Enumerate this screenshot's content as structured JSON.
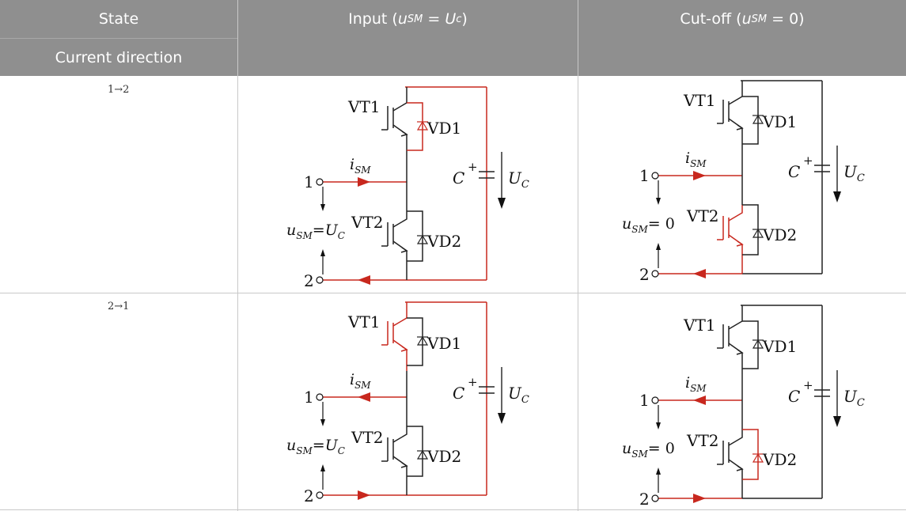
{
  "header": {
    "col1_row1": "State",
    "col1_row2": "Current direction",
    "col2_prefix": "Input (",
    "col2_var": "u",
    "col2_sub": "SM",
    "col2_mid": " = ",
    "col2_var2": "U",
    "col2_sub2": "c",
    "col2_suffix": ")",
    "col3_prefix": "Cut-off (",
    "col3_var": "u",
    "col3_sub": "SM",
    "col3_suffix": " = 0)"
  },
  "rows": [
    {
      "direction": "1→2"
    },
    {
      "direction": "2→1"
    }
  ],
  "circuit_labels": {
    "vt1": "VT1",
    "vt2": "VT2",
    "vd1": "VD1",
    "vd2": "VD2",
    "node1": "1",
    "node2": "2",
    "current": "i",
    "current_sub": "SM",
    "cap": "C",
    "cap_plus": "+",
    "uc": "U",
    "uc_sub": "C",
    "usm": "u",
    "usm_sub": "SM",
    "usm_eq_input": "=",
    "usm_val_input": "U",
    "usm_val_input_sub": "C",
    "usm_eq_cutoff": "= 0"
  },
  "colors": {
    "header_bg": "#8f8f8f",
    "grid": "#c8c8c8",
    "conducting": "#c8281e",
    "wire": "#222222"
  }
}
